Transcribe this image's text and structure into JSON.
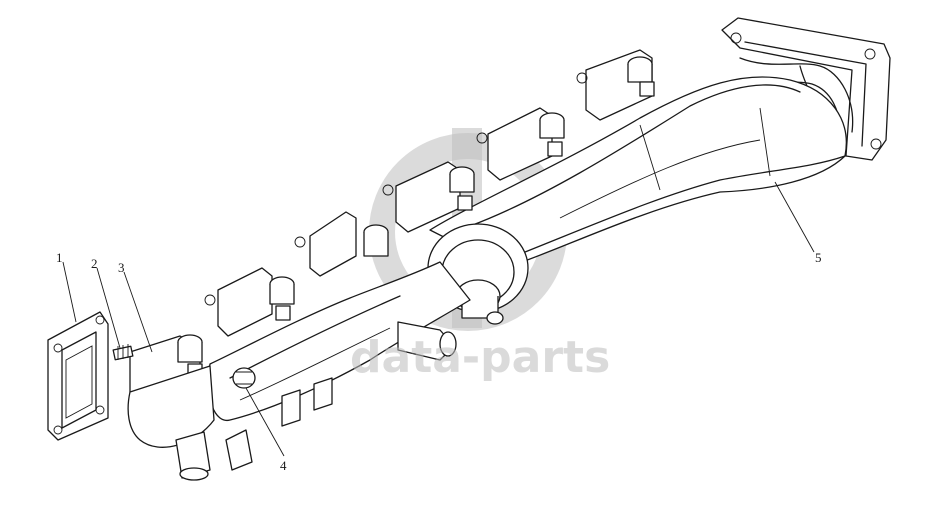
{
  "callouts": [
    {
      "id": "1",
      "label": "1"
    },
    {
      "id": "2",
      "label": "2"
    },
    {
      "id": "3",
      "label": "3"
    },
    {
      "id": "4",
      "label": "4"
    },
    {
      "id": "5",
      "label": "5"
    }
  ],
  "watermark": {
    "text": "data-parts",
    "color": "#bdbdbd"
  }
}
